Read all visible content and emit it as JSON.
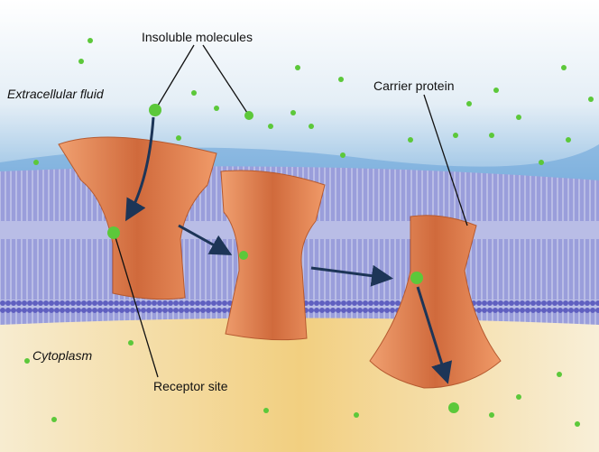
{
  "labels": {
    "insoluble": "Insoluble molecules",
    "extracellular": "Extracellular fluid",
    "carrier": "Carrier protein",
    "cytoplasm": "Cytoplasm",
    "receptor": "Receptor site"
  },
  "colors": {
    "extracellular": "#cfe3f2",
    "membrane": "#6f74c8",
    "cytoplasm": "#f3d79a",
    "protein": "#e07a4c",
    "molecule": "#5cc83a",
    "arrow": "#1d3557"
  }
}
